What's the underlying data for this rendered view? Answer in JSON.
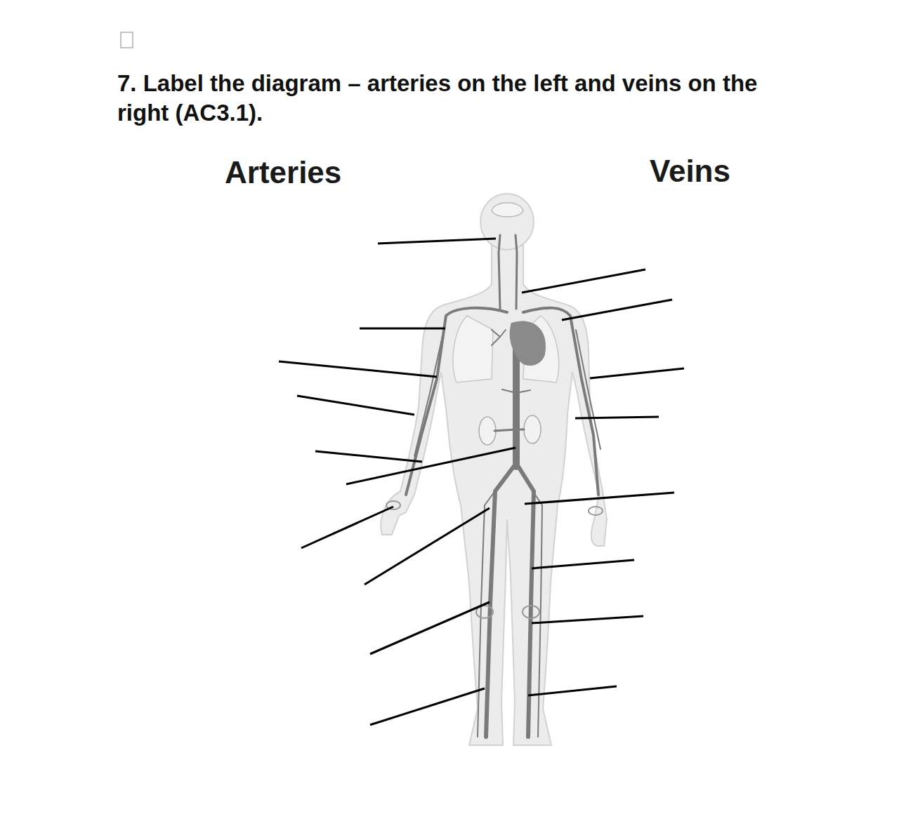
{
  "diagram": {
    "title": "7. Label the diagram – arteries on the left and veins on the right (AC3.1).",
    "labels": [
      "Arteries",
      "Veins"
    ]
  }
}
